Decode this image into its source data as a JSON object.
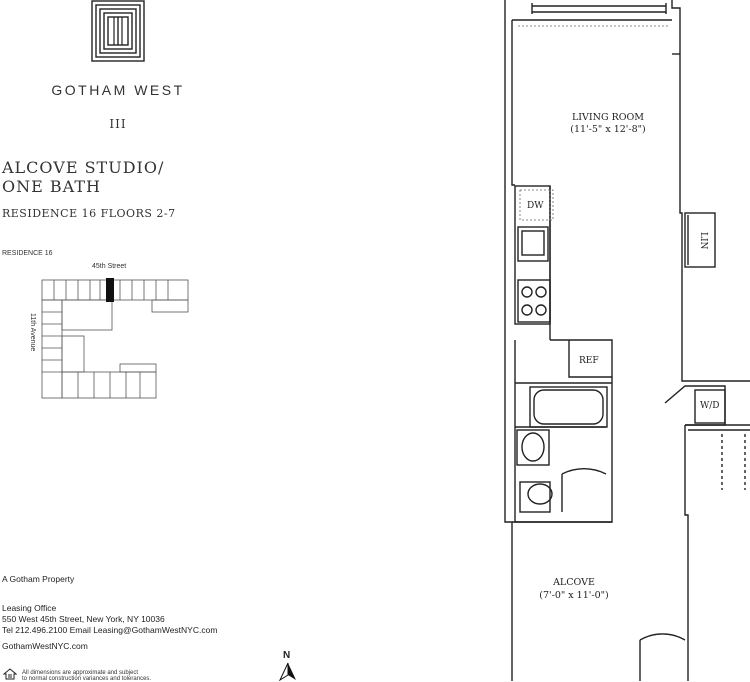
{
  "brand": {
    "name": "GOTHAM WEST",
    "roman": "III"
  },
  "unit": {
    "title_line1": "ALCOVE STUDIO/",
    "title_line2": "ONE BATH",
    "residence": "RESIDENCE 16 FLOORS 2-7"
  },
  "keyplan": {
    "title": "RESIDENCE 16",
    "street": "45th Street",
    "avenue": "11th Avenue"
  },
  "footer": {
    "property": "A Gotham Property",
    "leasing_title": "Leasing Office",
    "address": "550 West 45th Street, New York, NY 10036",
    "contact": "Tel 212.496.2100  Email Leasing@GothamWestNYC.com",
    "website": "GothamWestNYC.com",
    "disclaimer1": "All dimensions are approximate and subject",
    "disclaimer2": "to normal construction variances and tolerances."
  },
  "compass": {
    "north": "N"
  },
  "rooms": {
    "living": {
      "name": "LIVING ROOM",
      "dims": "(11'-5\" x 12'-8\")"
    },
    "alcove": {
      "name": "ALCOVE",
      "dims": "(7'-0\" x 11'-0\")"
    }
  },
  "fixtures": {
    "dw": "DW",
    "ref": "REF",
    "wd": "W/D",
    "lin": "LIN"
  }
}
